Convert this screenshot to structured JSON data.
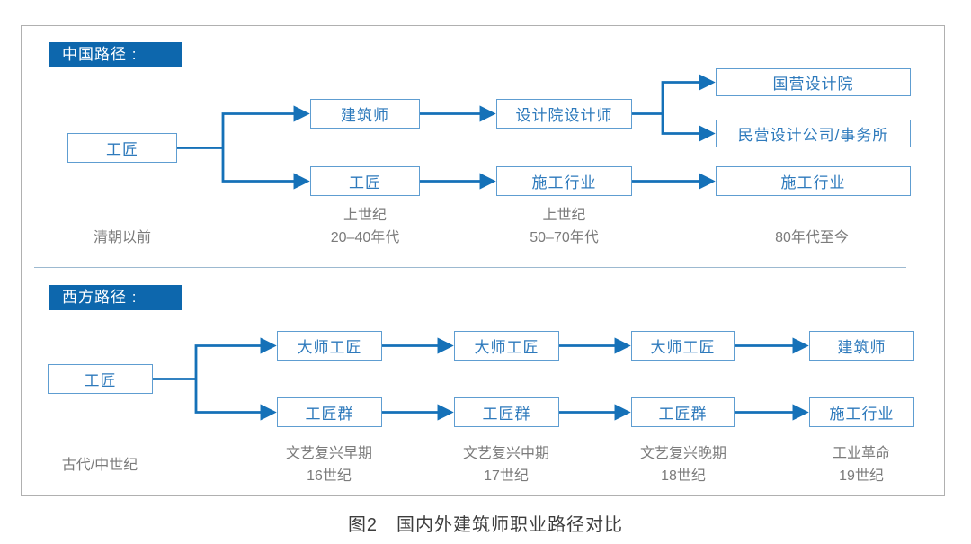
{
  "palette": {
    "header_bg": "#0d67ad",
    "arrow": "#1571b8",
    "box_border": "#5e9dd1",
    "box_text": "#2e7abc",
    "label_text": "#7b7b7b",
    "frame_border": "#b0b0b0",
    "divider": "#9cb9d0",
    "caption_text": "#3d3d3d",
    "page_bg": "#ffffff"
  },
  "caption": "图2　国内外建筑师职业路径对比",
  "china": {
    "header": "中国路径 :",
    "boxes": {
      "start": "工匠",
      "architect": "建筑师",
      "institute_designer": "设计院设计师",
      "craftsman2": "工匠",
      "construction_mid": "施工行业",
      "state_institute": "国营设计院",
      "private_firm": "民营设计公司/事务所",
      "construction_final": "施工行业"
    },
    "timeline": {
      "t1": "清朝以前",
      "t2": "上世纪\n20–40年代",
      "t3": "上世纪\n50–70年代",
      "t4": "80年代至今"
    }
  },
  "west": {
    "header": "西方路径 :",
    "boxes": {
      "start": "工匠",
      "master1": "大师工匠",
      "master2": "大师工匠",
      "master3": "大师工匠",
      "architect": "建筑师",
      "group1": "工匠群",
      "group2": "工匠群",
      "group3": "工匠群",
      "construction": "施工行业"
    },
    "timeline": {
      "t1": "古代/中世纪",
      "t2": "文艺复兴早期\n16世纪",
      "t3": "文艺复兴中期\n17世纪",
      "t4": "文艺复兴晚期\n18世纪",
      "t5": "工业革命\n19世纪"
    }
  }
}
